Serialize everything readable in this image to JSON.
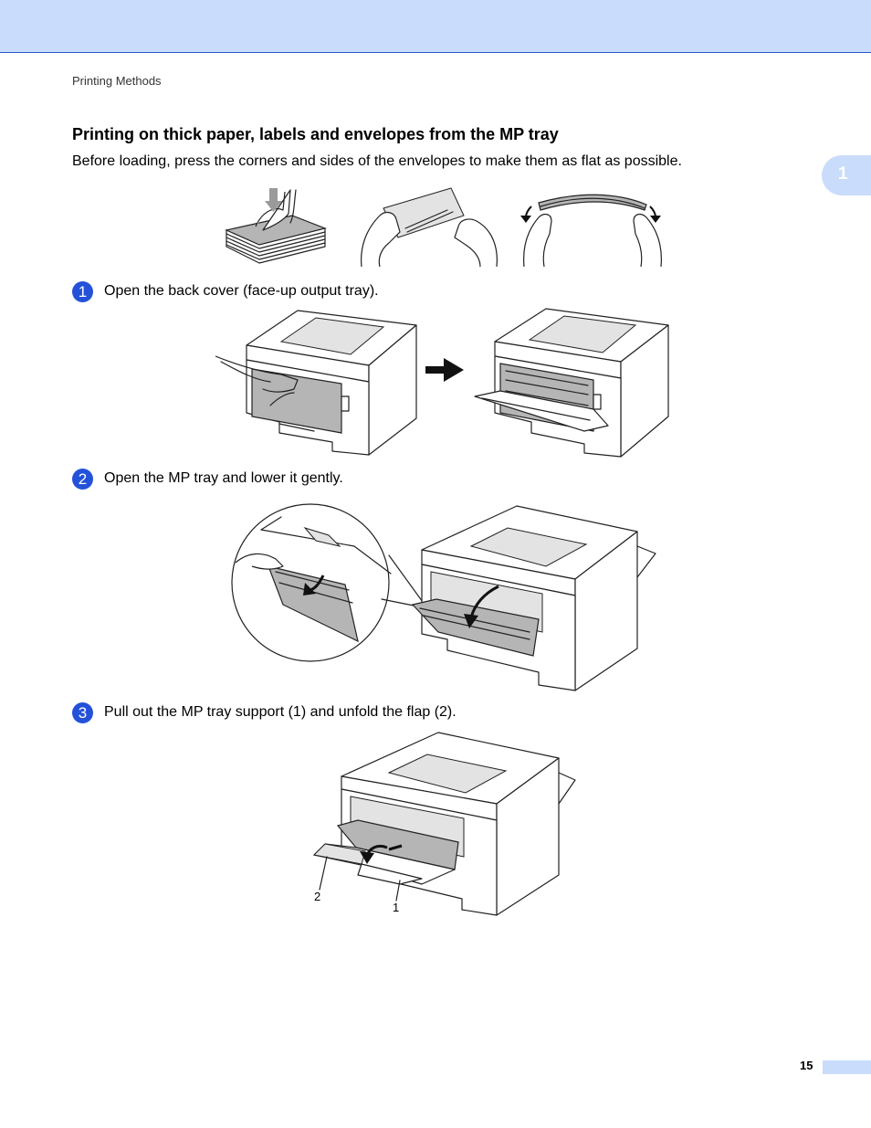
{
  "header": {
    "running_head": "Printing Methods"
  },
  "chapter_tab": {
    "label": "1"
  },
  "section": {
    "title": "Printing on thick paper, labels and envelopes from the MP tray",
    "intro": "Before loading, press the corners and sides of the envelopes to make them as flat as possible."
  },
  "steps": [
    {
      "number": "1",
      "text": "Open the back cover (face-up output tray)."
    },
    {
      "number": "2",
      "text": "Open the MP tray and lower it gently."
    },
    {
      "number": "3",
      "text": "Pull out the MP tray support (1) and unfold the flap (2)."
    }
  ],
  "figure_callouts": {
    "flap": "2",
    "support": "1"
  },
  "footer": {
    "page_number": "15"
  },
  "colors": {
    "band": "#c9dcfb",
    "accent": "#2352d9",
    "rule": "#2f55c9"
  }
}
